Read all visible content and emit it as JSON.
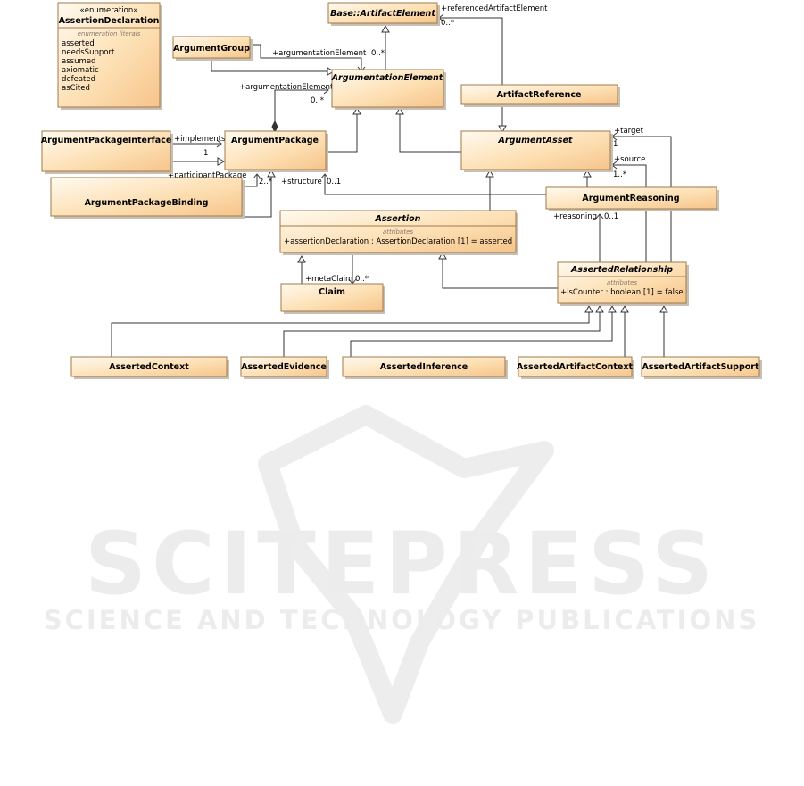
{
  "enumeration": {
    "stereotype": "«enumeration»",
    "name": "AssertionDeclaration",
    "section": "enumeration literals",
    "literals": [
      "asserted",
      "needsSupport",
      "assumed",
      "axiomatic",
      "defeated",
      "asCited"
    ]
  },
  "classes": {
    "artifact_element": "Base::ArtifactElement",
    "argument_group": "ArgumentGroup",
    "argumentation_element": "ArgumentationElement",
    "artifact_reference": "ArtifactReference",
    "argument_package_interface": "ArgumentPackageInterface",
    "argument_package": "ArgumentPackage",
    "argument_asset": "ArgumentAsset",
    "argument_package_binding": "ArgumentPackageBinding",
    "argument_reasoning": "ArgumentReasoning",
    "assertion": "Assertion",
    "claim": "Claim",
    "asserted_relationship": "AssertedRelationship",
    "asserted_context": "AssertedContext",
    "asserted_evidence": "AssertedEvidence",
    "asserted_inference": "AssertedInference",
    "asserted_artifact_context": "AssertedArtifactContext",
    "asserted_artifact_support": "AssertedArtifactSupport"
  },
  "attributes": {
    "section_label": "attributes",
    "assertion_declaration": "+assertionDeclaration : AssertionDeclaration [1] = asserted",
    "is_counter": "+isCounter : boolean [1] = false"
  },
  "roles": {
    "referenced_artifact_element": "+referencedArtifactElement",
    "referenced_mult": "0..*",
    "argumentation_element_1": "+argumentationElement",
    "argumentation_element_1_mult": "0..*",
    "argumentation_element_2": "+argumentationElement",
    "argumentation_element_2_mult": "0..*",
    "implements": "+implements",
    "implements_mult": "1",
    "participant_package": "+participantPackage",
    "participant_mult": "2..*",
    "structure": "+structure",
    "structure_mult": "0..1",
    "target": "+target",
    "target_mult": "1",
    "source": "+source",
    "source_mult": "1..*",
    "reasoning": "+reasoning",
    "reasoning_mult": "0..1",
    "meta_claim": "+metaClaim",
    "meta_claim_mult": "0..*"
  },
  "watermark": {
    "title": "SCITEPRESS",
    "subtitle": "SCIENCE AND TECHNOLOGY PUBLICATIONS"
  }
}
